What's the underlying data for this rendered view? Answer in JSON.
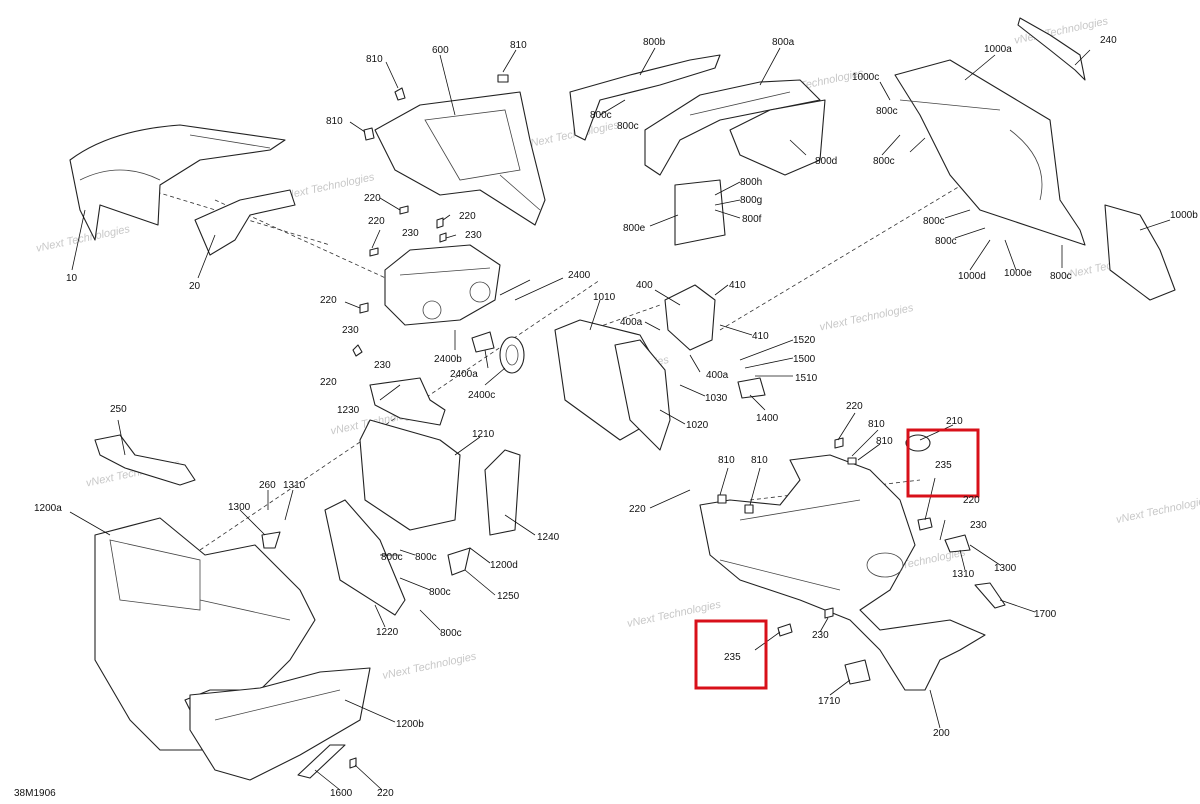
{
  "drawing": {
    "reference": "38M1906",
    "watermark": "vNext Technologies",
    "highlight_color": "#d8101a",
    "callouts": [
      {
        "id": "c1",
        "text": "10"
      },
      {
        "id": "c2",
        "text": "20"
      },
      {
        "id": "c3",
        "text": "600"
      },
      {
        "id": "c4",
        "text": "810"
      },
      {
        "id": "c5",
        "text": "810"
      },
      {
        "id": "c6",
        "text": "810"
      },
      {
        "id": "c7",
        "text": "220"
      },
      {
        "id": "c8",
        "text": "220"
      },
      {
        "id": "c9",
        "text": "220"
      },
      {
        "id": "c10",
        "text": "230"
      },
      {
        "id": "c11",
        "text": "230"
      },
      {
        "id": "c12",
        "text": "220"
      },
      {
        "id": "c13",
        "text": "230"
      },
      {
        "id": "c14",
        "text": "230"
      },
      {
        "id": "c15",
        "text": "220"
      },
      {
        "id": "c16",
        "text": "2400"
      },
      {
        "id": "c17",
        "text": "2400b"
      },
      {
        "id": "c18",
        "text": "2400a"
      },
      {
        "id": "c19",
        "text": "2400c"
      },
      {
        "id": "c20",
        "text": "1230"
      },
      {
        "id": "c21",
        "text": "800b"
      },
      {
        "id": "c22",
        "text": "800a"
      },
      {
        "id": "c23",
        "text": "800c"
      },
      {
        "id": "c24",
        "text": "800d"
      },
      {
        "id": "c25",
        "text": "800h"
      },
      {
        "id": "c26",
        "text": "800g"
      },
      {
        "id": "c27",
        "text": "800f"
      },
      {
        "id": "c28",
        "text": "800e"
      },
      {
        "id": "c29",
        "text": "1010"
      },
      {
        "id": "c30",
        "text": "400"
      },
      {
        "id": "c31",
        "text": "410"
      },
      {
        "id": "c32",
        "text": "400a"
      },
      {
        "id": "c33",
        "text": "410"
      },
      {
        "id": "c34",
        "text": "1520"
      },
      {
        "id": "c35",
        "text": "1500"
      },
      {
        "id": "c36",
        "text": "400a"
      },
      {
        "id": "c37",
        "text": "1510"
      },
      {
        "id": "c38",
        "text": "1030"
      },
      {
        "id": "c39",
        "text": "1020"
      },
      {
        "id": "c40",
        "text": "1400"
      },
      {
        "id": "c41",
        "text": "240"
      },
      {
        "id": "c42",
        "text": "1000a"
      },
      {
        "id": "c43",
        "text": "1000c"
      },
      {
        "id": "c44",
        "text": "1000b"
      },
      {
        "id": "c45",
        "text": "800c"
      },
      {
        "id": "c46",
        "text": "800c"
      },
      {
        "id": "c47",
        "text": "800c"
      },
      {
        "id": "c48",
        "text": "800c"
      },
      {
        "id": "c49",
        "text": "1000d"
      },
      {
        "id": "c50",
        "text": "1000e"
      },
      {
        "id": "c51",
        "text": "800c"
      },
      {
        "id": "c52",
        "text": "250"
      },
      {
        "id": "c53",
        "text": "1200a"
      },
      {
        "id": "c54",
        "text": "260"
      },
      {
        "id": "c55",
        "text": "1310"
      },
      {
        "id": "c56",
        "text": "1300"
      },
      {
        "id": "c57",
        "text": "1210"
      },
      {
        "id": "c58",
        "text": "1240"
      },
      {
        "id": "c59",
        "text": "1200d"
      },
      {
        "id": "c60",
        "text": "800c"
      },
      {
        "id": "c61",
        "text": "800c"
      },
      {
        "id": "c62",
        "text": "800c"
      },
      {
        "id": "c63",
        "text": "800c"
      },
      {
        "id": "c64",
        "text": "1250"
      },
      {
        "id": "c65",
        "text": "1220"
      },
      {
        "id": "c66",
        "text": "1200b"
      },
      {
        "id": "c67",
        "text": "1600"
      },
      {
        "id": "c68",
        "text": "220"
      },
      {
        "id": "c69",
        "text": "220"
      },
      {
        "id": "c70",
        "text": "810"
      },
      {
        "id": "c71",
        "text": "810"
      },
      {
        "id": "c72",
        "text": "810"
      },
      {
        "id": "c73",
        "text": "810"
      },
      {
        "id": "c74",
        "text": "210"
      },
      {
        "id": "c75",
        "text": "235"
      },
      {
        "id": "c76",
        "text": "220"
      },
      {
        "id": "c77",
        "text": "220"
      },
      {
        "id": "c78",
        "text": "230"
      },
      {
        "id": "c79",
        "text": "1310"
      },
      {
        "id": "c80",
        "text": "1300"
      },
      {
        "id": "c81",
        "text": "1700"
      },
      {
        "id": "c82",
        "text": "230"
      },
      {
        "id": "c83",
        "text": "235"
      },
      {
        "id": "c84",
        "text": "1710"
      },
      {
        "id": "c85",
        "text": "200"
      },
      {
        "id": "c86",
        "text": "800c"
      }
    ]
  }
}
